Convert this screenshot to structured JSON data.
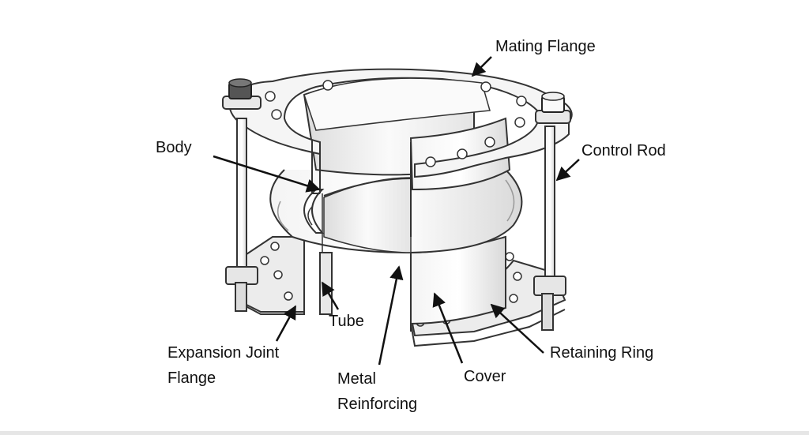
{
  "labels": {
    "mating_flange": "Mating Flange",
    "body": "Body",
    "control_rod": "Control Rod",
    "tube": "Tube",
    "expansion_joint_flange_line1": "Expansion Joint",
    "expansion_joint_flange_line2": "Flange",
    "retaining_ring": "Retaining Ring",
    "cover": "Cover",
    "metal_reinforcing_line1": "Metal",
    "metal_reinforcing_line2": "Reinforcing"
  }
}
